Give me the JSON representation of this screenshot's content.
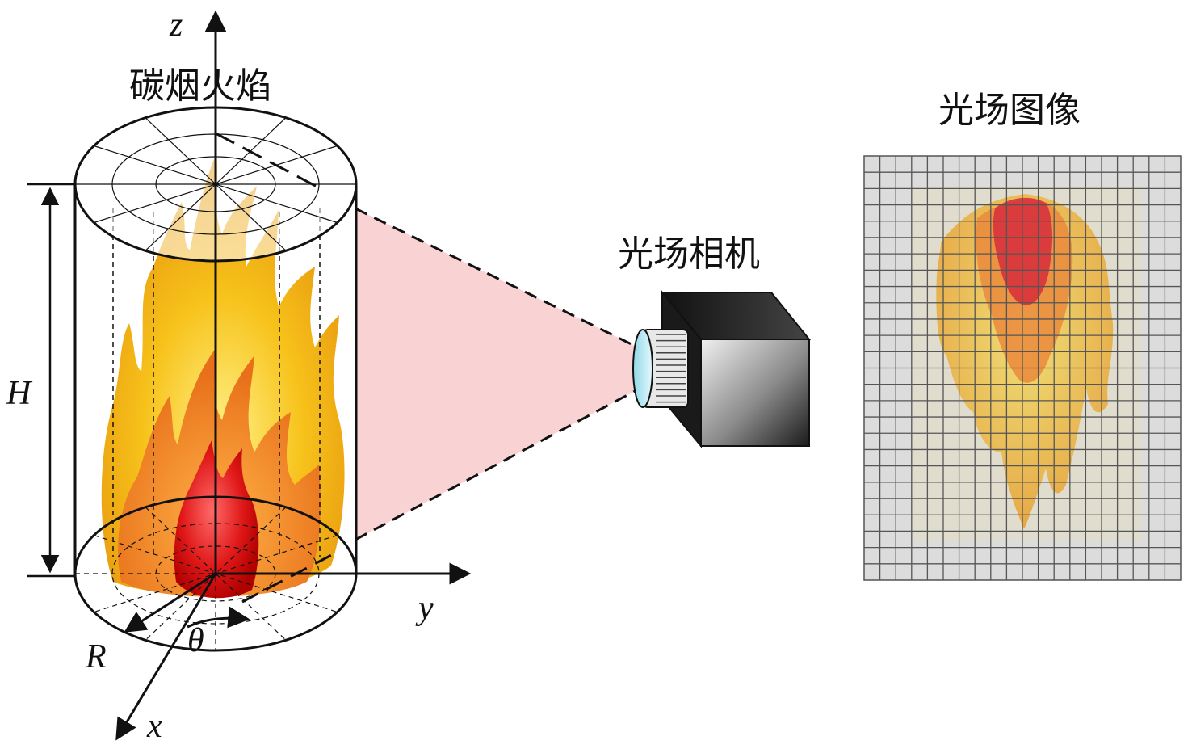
{
  "labels": {
    "flame_title": "碳烟火焰",
    "camera_title": "光场相机",
    "image_title": "光场图像",
    "axis_z": "z",
    "axis_y": "y",
    "axis_x": "x",
    "height": "H",
    "radius": "R",
    "angle": "θ"
  },
  "colors": {
    "frustum": "#f9d2d4",
    "flame_outer": "#f5b700",
    "flame_mid": "#f28b1e",
    "flame_core": "#e02020",
    "grid_bg": "#dcdcdc",
    "grid_line": "#555555"
  },
  "grid": {
    "rows": 26,
    "cols": 20
  }
}
